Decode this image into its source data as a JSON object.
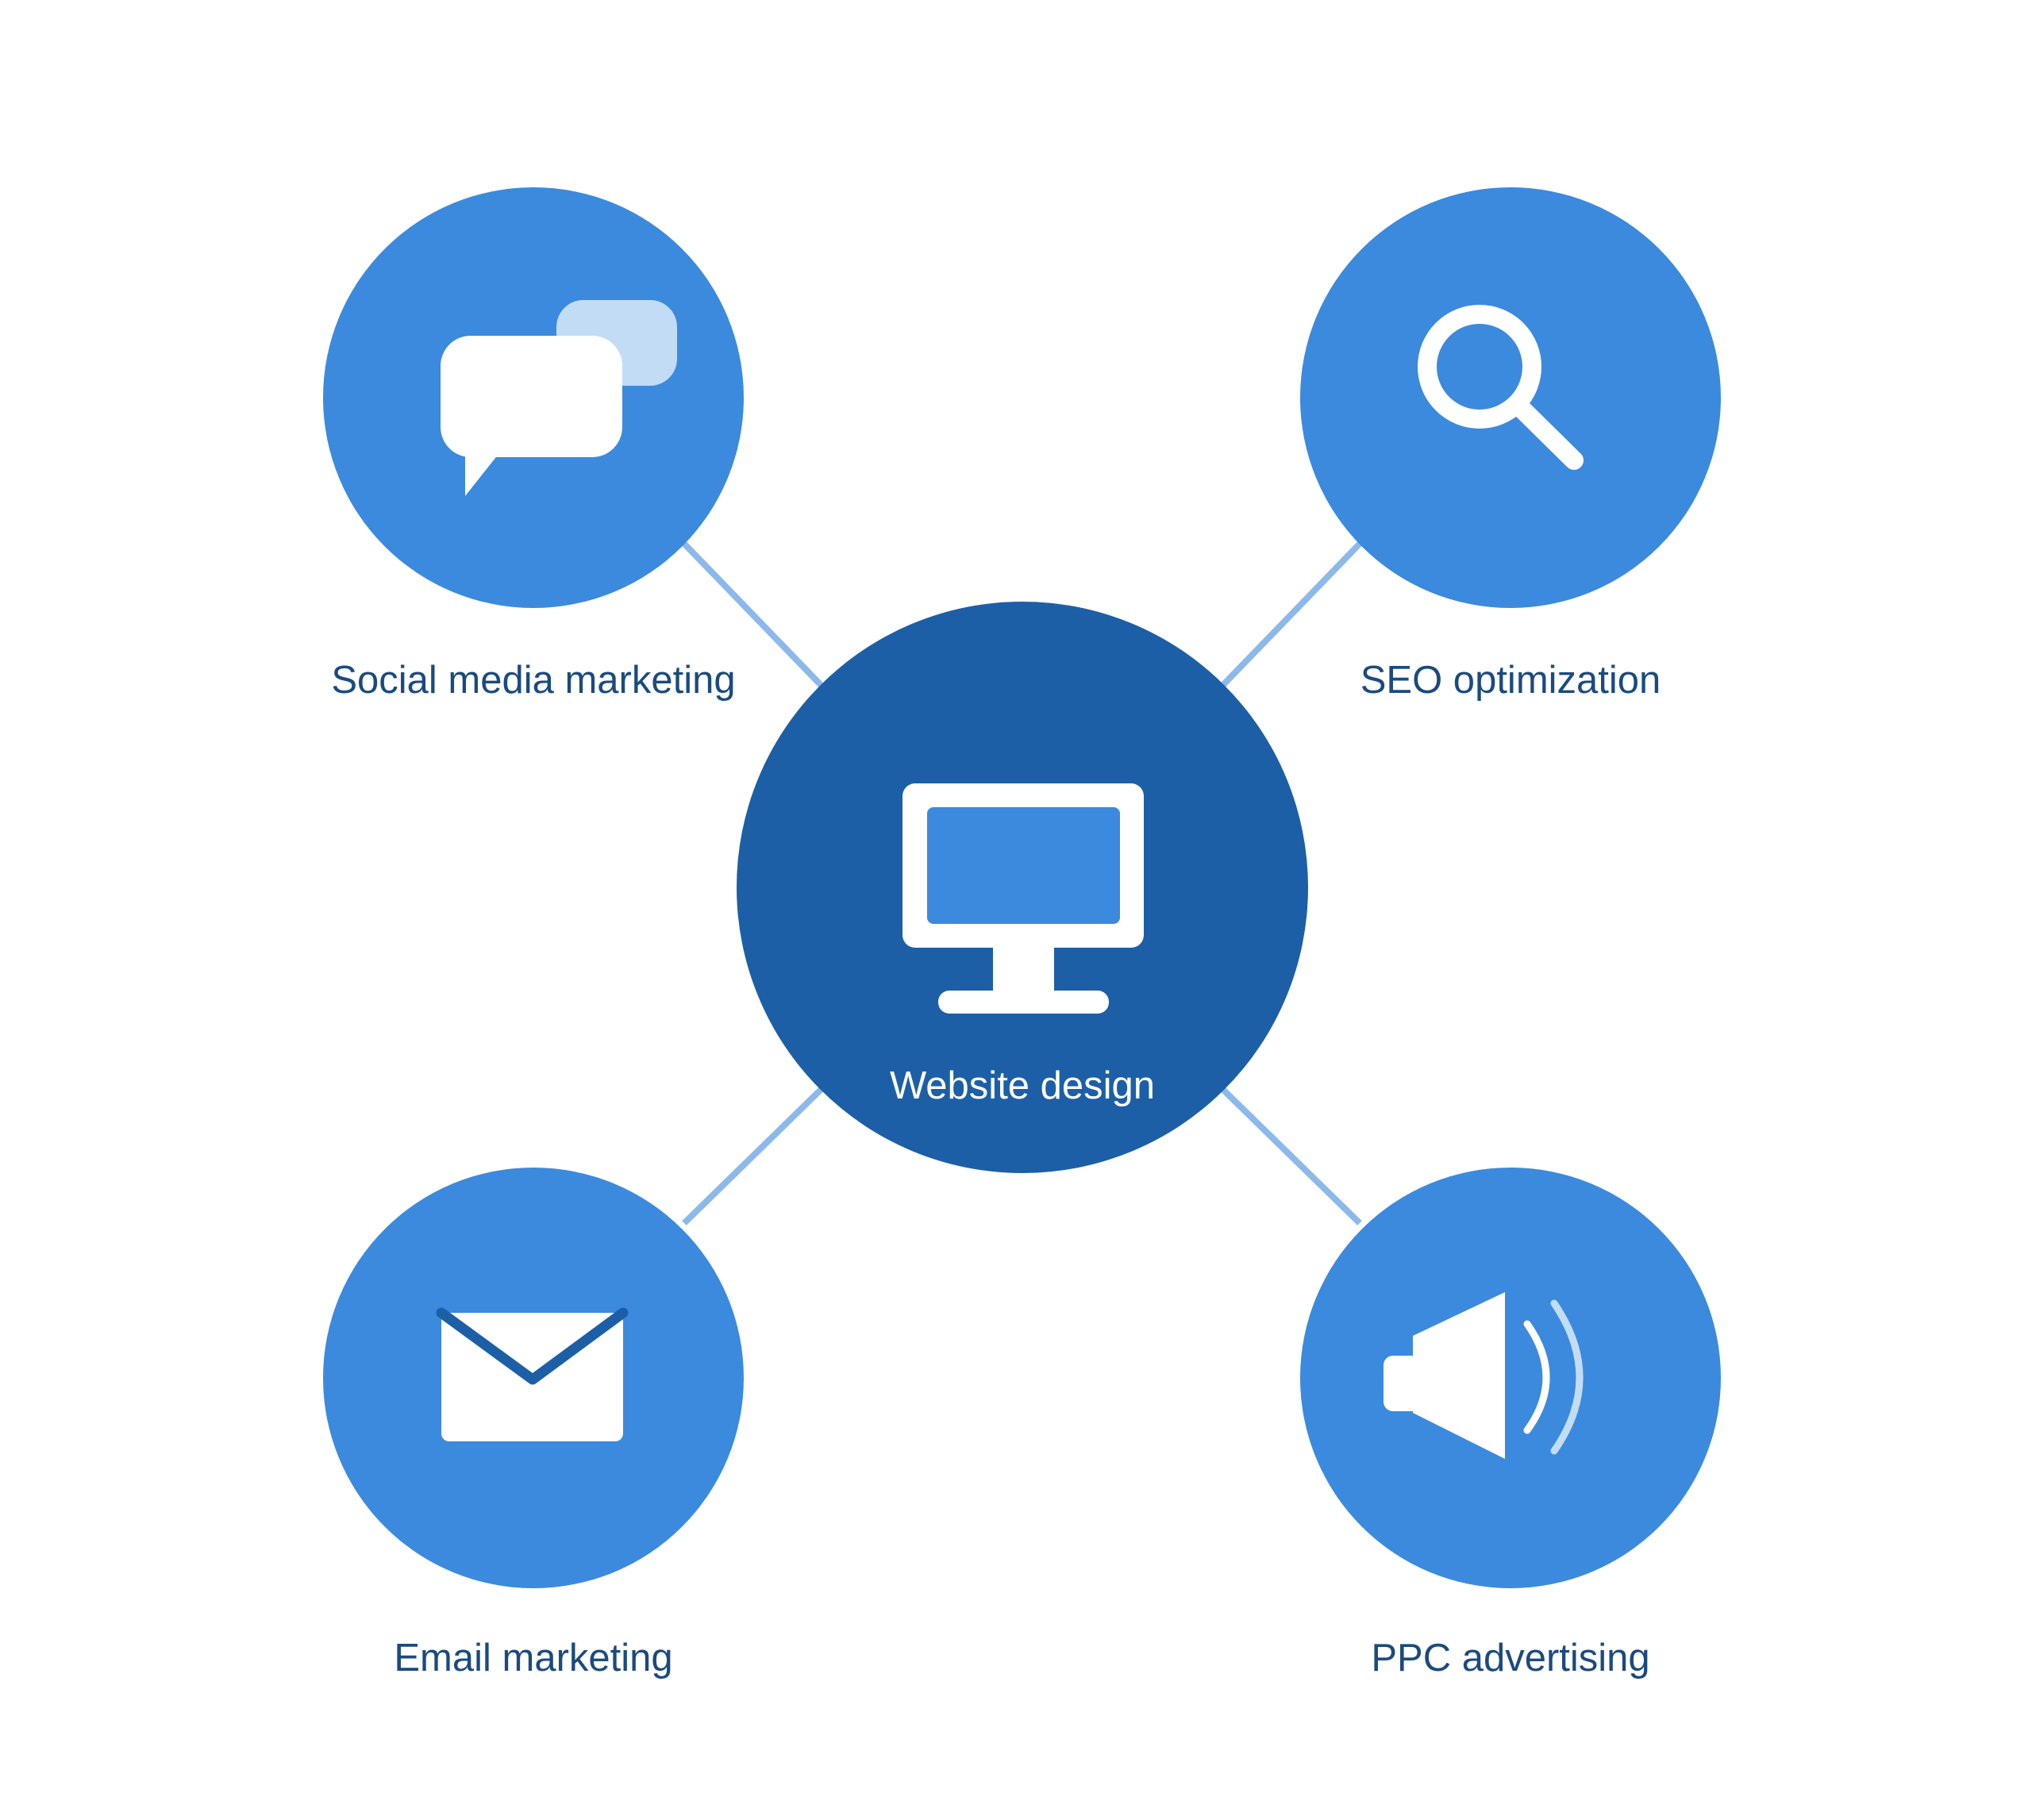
{
  "colors": {
    "background": "#ffffff",
    "satellite_fill": "#3b8ade",
    "center_fill": "#1c5fa6",
    "connector": "#8cb9e9",
    "label_text": "#1b4a7e",
    "center_label_text": "#ffffff",
    "icon_white": "#ffffff",
    "icon_light": "#c3dcf5"
  },
  "center": {
    "label": "Website design",
    "icon": "monitor-icon"
  },
  "nodes": [
    {
      "id": "social",
      "label": "Social media marketing",
      "icon": "chat-bubbles-icon"
    },
    {
      "id": "seo",
      "label": "SEO optimization",
      "icon": "magnifier-icon"
    },
    {
      "id": "email",
      "label": "Email marketing",
      "icon": "envelope-icon"
    },
    {
      "id": "ppc",
      "label": "PPC advertising",
      "icon": "speaker-icon"
    }
  ]
}
